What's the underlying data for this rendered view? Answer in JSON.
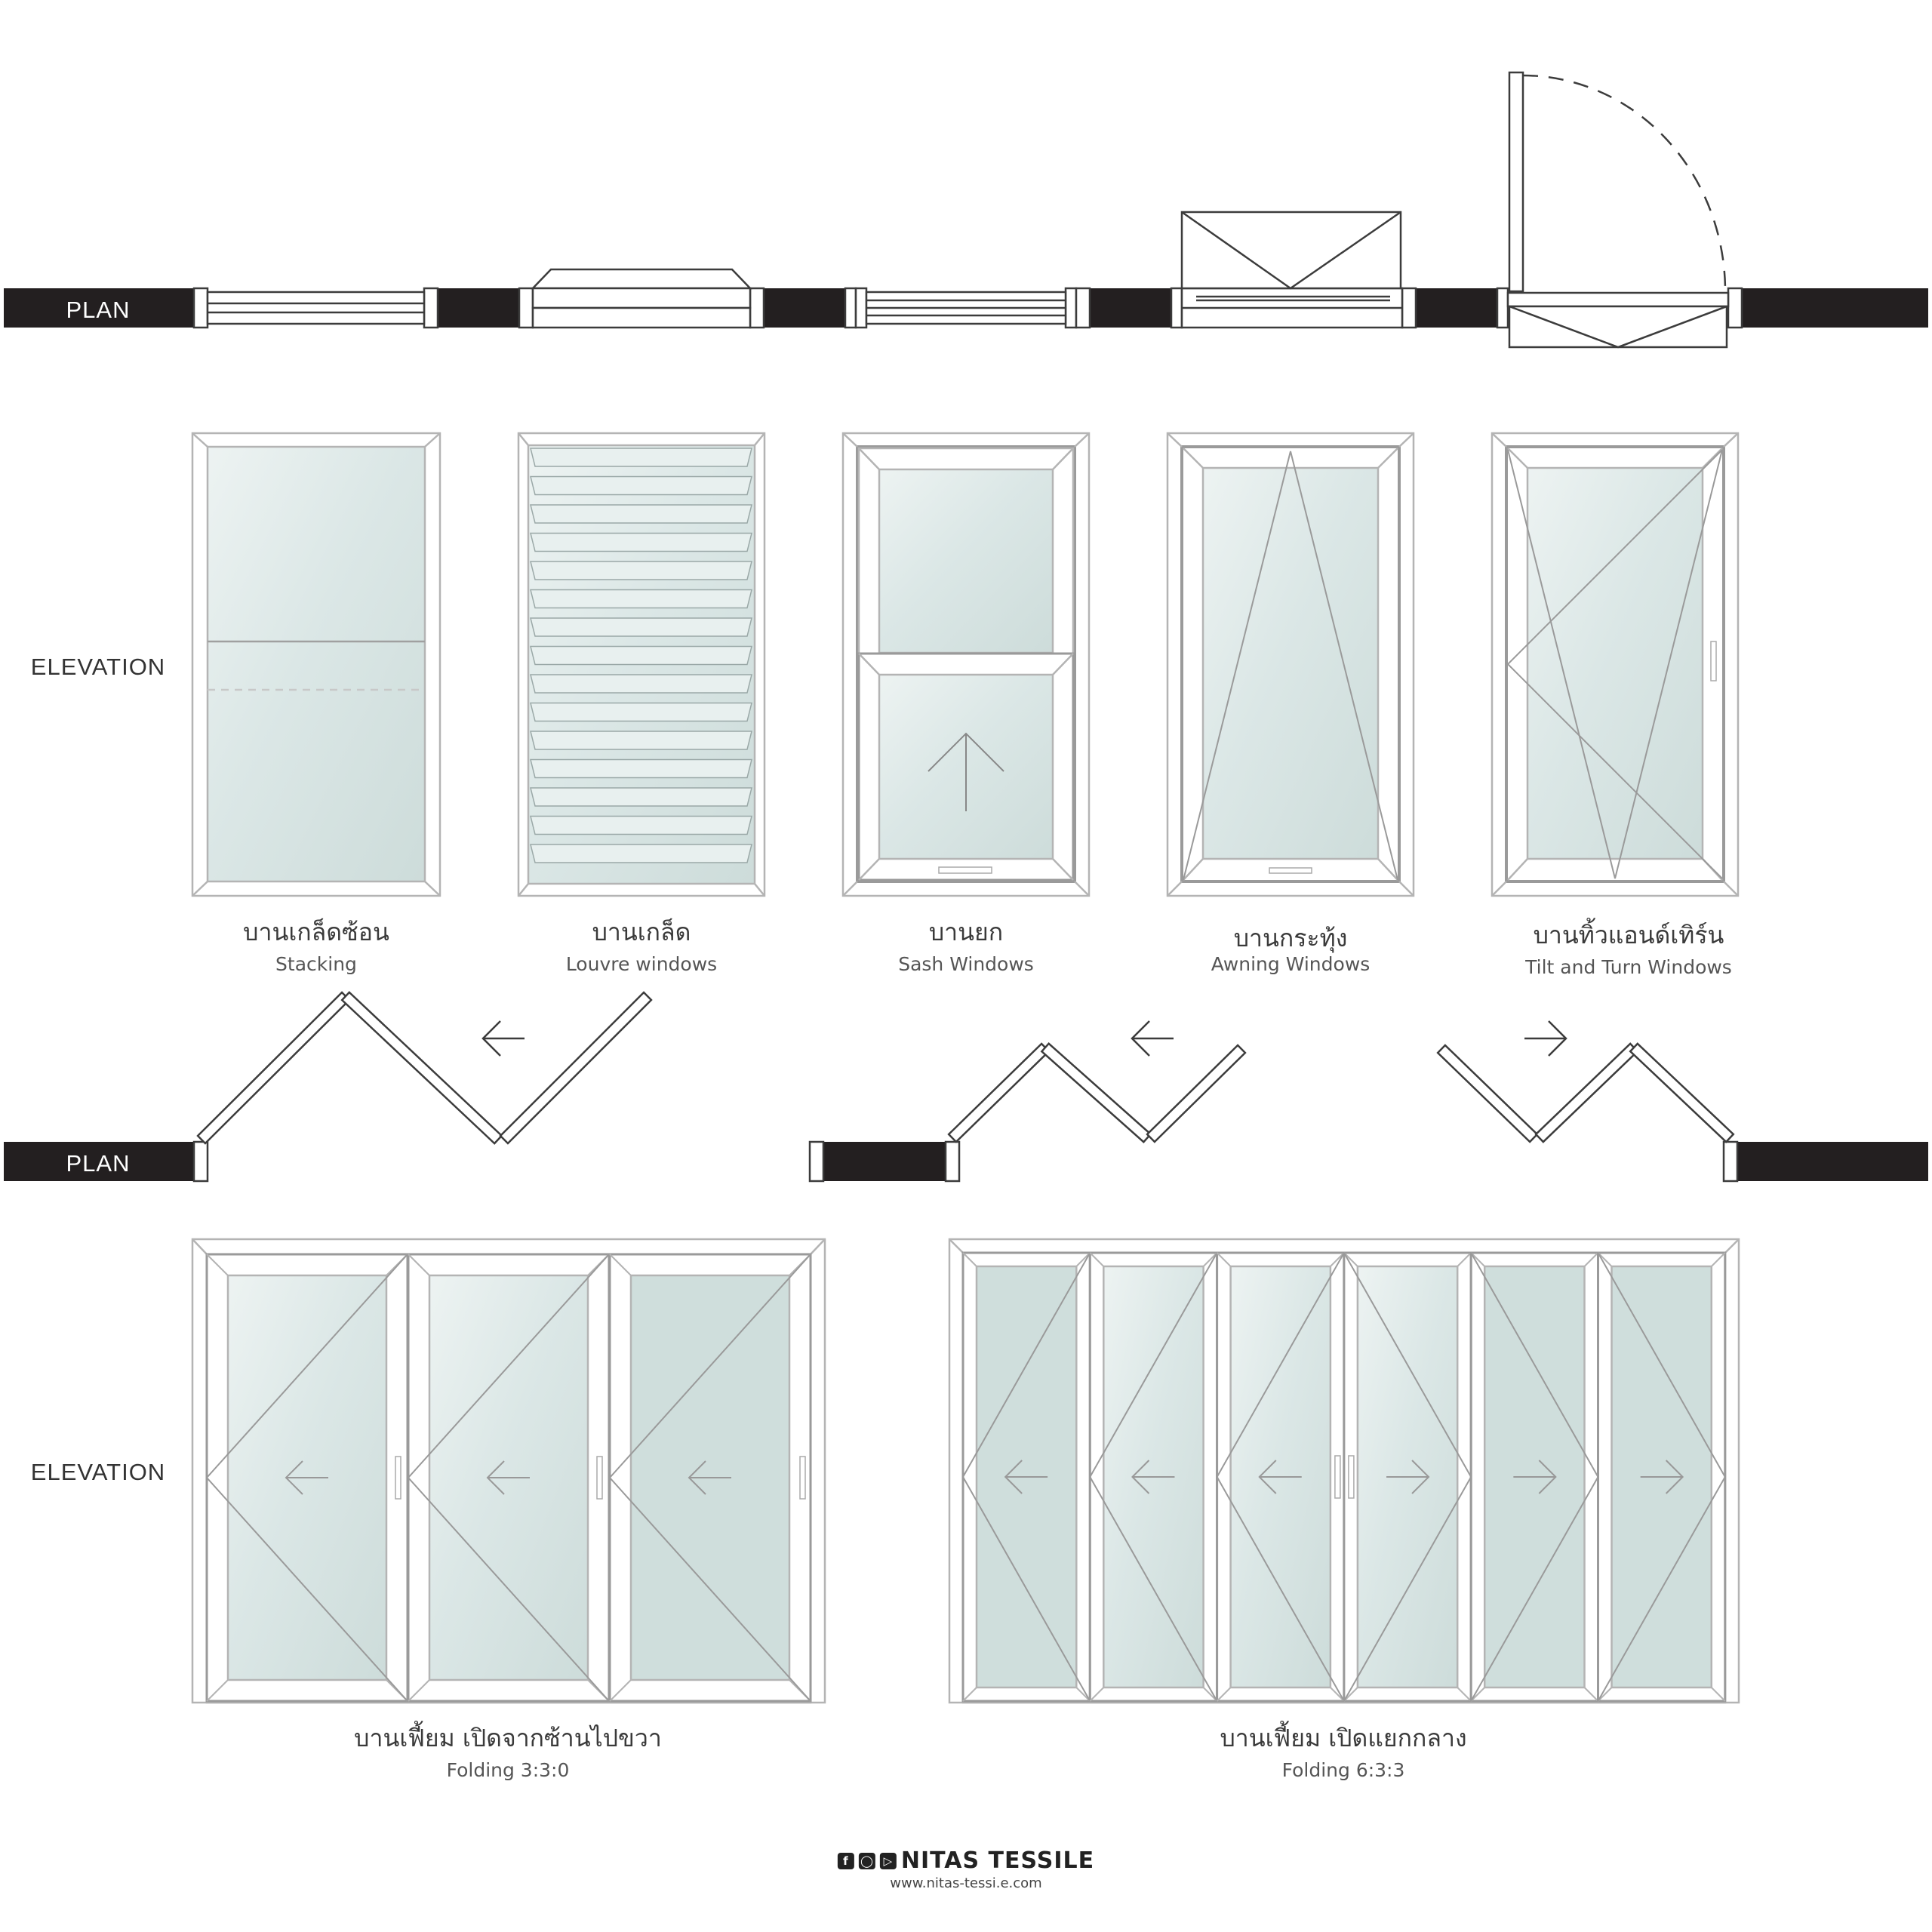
{
  "labels": {
    "plan": "PLAN",
    "elevation": "ELEVATION"
  },
  "windows": [
    {
      "thai": "บานเกล็ดซ้อน",
      "english": "Stacking"
    },
    {
      "thai": "บานเกล็ด",
      "english": "Louvre windows"
    },
    {
      "thai": "บานยก",
      "english": "Sash Windows"
    },
    {
      "thai": "บานกระทุ้ง",
      "english": "Awning Windows"
    },
    {
      "thai": "บานทิ้วแอนด์เทิร์น",
      "english": "Tilt and Turn Windows"
    }
  ],
  "doors": [
    {
      "thai": "บานเฟี้ยม เปิดจากซ้านไปขวา",
      "english": "Folding 3:3:0"
    },
    {
      "thai": "บานเฟี้ยม เปิดแยกกลาง",
      "english": "Folding 6:3:3"
    }
  ],
  "brand": {
    "name": "NITAS TESSILE",
    "url": "www.nitas-tessi.e.com",
    "icons": [
      "facebook-icon",
      "instagram-icon",
      "youtube-icon"
    ]
  },
  "colors": {
    "wall": "#231f20",
    "line": "#3c3c3c",
    "frame": "#b4b4b4",
    "glass": "#dbe7e6",
    "glass_dark": "#c9dad8"
  }
}
